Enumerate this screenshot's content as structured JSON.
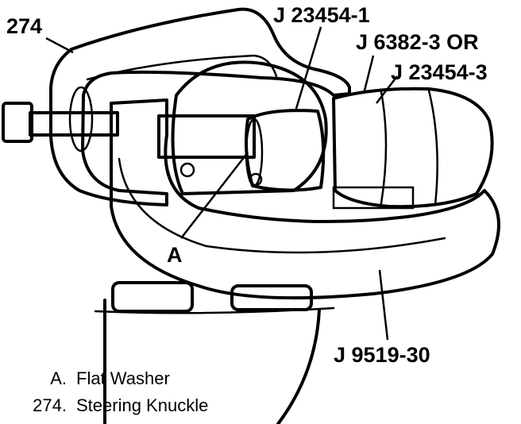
{
  "callouts": {
    "knuckle_ref": "274",
    "tool_1": "J 23454-1",
    "tool_2": "J 6382-3 OR",
    "tool_3": "J 23454-3",
    "washer_ref": "A",
    "tool_4": "J 9519-30"
  },
  "legend": [
    {
      "key": "A.",
      "text": "Flat Washer"
    },
    {
      "key": "274.",
      "text": "Steering Knuckle"
    }
  ],
  "colors": {
    "ink": "#000000",
    "paper": "#ffffff"
  }
}
